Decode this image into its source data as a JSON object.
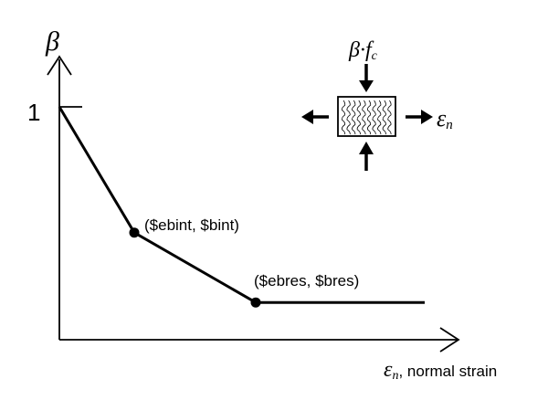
{
  "axes": {
    "y_label": "β",
    "y_tick": "1",
    "x_symbol": "ε",
    "x_subscript": "n",
    "x_text": ", normal strain"
  },
  "points": {
    "intermediate": "($ebint, $bint)",
    "residual": "($ebres, $bres)"
  },
  "inset": {
    "top_label_main": "β·f",
    "top_label_sub": "c",
    "right_label_main": "ε",
    "right_label_sub": "n"
  },
  "chart_data": {
    "type": "line",
    "series": [
      {
        "x": [
          0,
          1,
          2,
          3
        ],
        "y": [
          1.0,
          0.46,
          0.16,
          0.16
        ]
      }
    ],
    "point_labels": [
      "($ebint, $bint)",
      "($ebres, $bres)"
    ],
    "grid": false
  },
  "colors": {
    "ink": "#000000",
    "background": "#ffffff"
  }
}
